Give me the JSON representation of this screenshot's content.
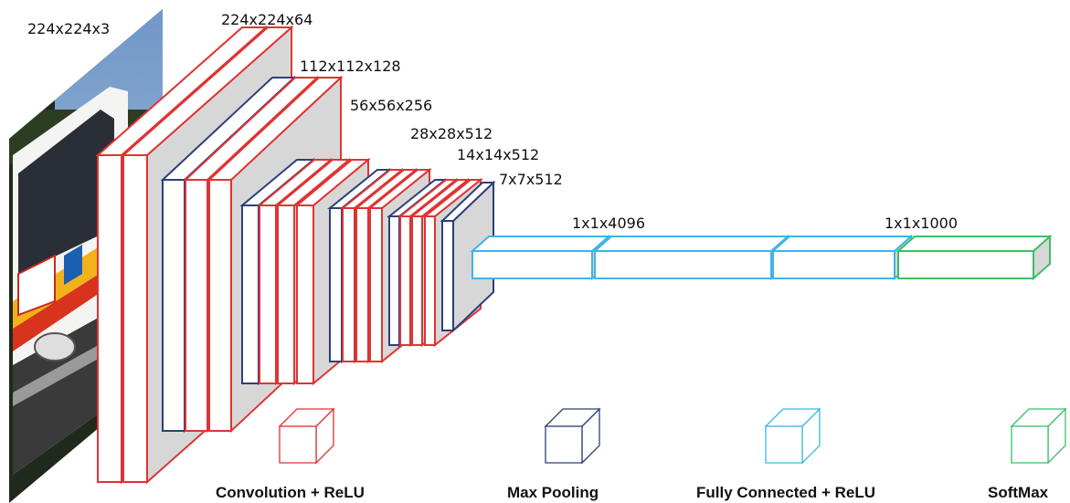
{
  "colors": {
    "conv": "#e03333",
    "pool": "#2e3f78",
    "fc": "#3fb4e8",
    "softmax": "#3bbf66",
    "side": "#d7d7d7",
    "face": "#ffffff"
  },
  "image_icon": "ambulance-photo",
  "labels": {
    "input": "224x224x3",
    "block1": "224x224x64",
    "block2": "112x112x128",
    "block3": "56x56x256",
    "block4": "28x28x512",
    "block5": "14x14x512",
    "pool5": "7x7x512",
    "fc": "1x1x4096",
    "softmax": "1x1x1000"
  },
  "legend": {
    "conv": "Convolution + ReLU",
    "pool": "Max Pooling",
    "fc": "Fully Connected + ReLU",
    "softmax": "SoftMax"
  }
}
